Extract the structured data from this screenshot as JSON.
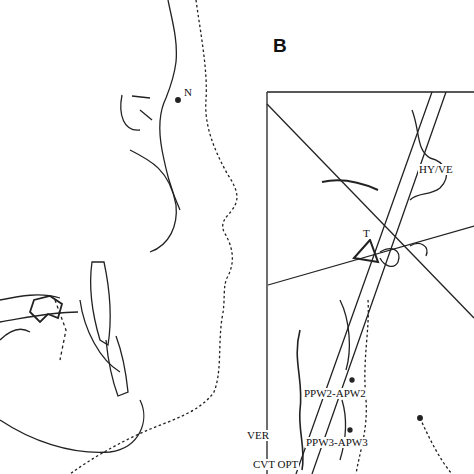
{
  "diagram": {
    "labels": [
      "N",
      "B",
      "HY/VE",
      "T",
      "PPW2-APW2",
      "PPW3-APW3",
      "VER",
      "CVT OPT"
    ]
  }
}
